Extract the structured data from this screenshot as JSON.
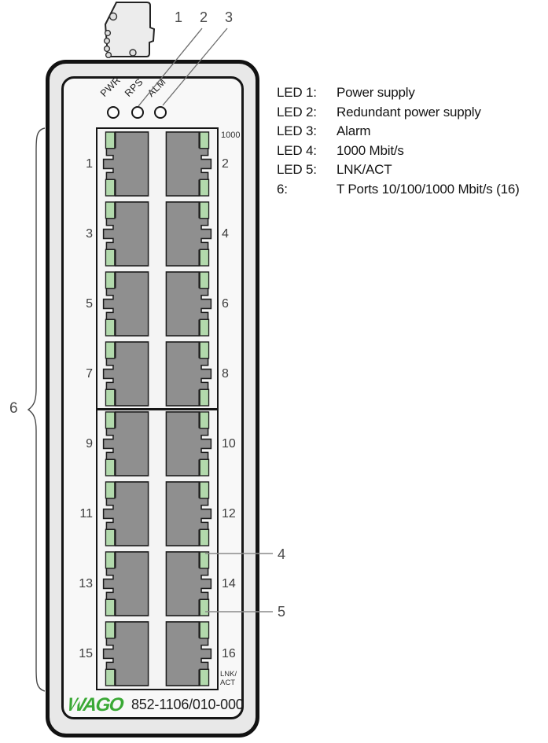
{
  "device": {
    "leds": [
      {
        "label": "PWR"
      },
      {
        "label": "RPS"
      },
      {
        "label": "ALM"
      }
    ],
    "port_panel": {
      "top_right_label": "1000",
      "bottom_right_label_lines": [
        "LNK/",
        "ACT"
      ],
      "left_numbers": [
        "1",
        "3",
        "5",
        "7",
        "9",
        "11",
        "13",
        "15"
      ],
      "right_numbers": [
        "2",
        "4",
        "6",
        "8",
        "10",
        "12",
        "14",
        "16"
      ]
    },
    "brand": "WAGO",
    "model": "852-1106/010-000"
  },
  "callouts": {
    "c1": "1",
    "c2": "2",
    "c3": "3",
    "c4": "4",
    "c5": "5",
    "c6": "6"
  },
  "legend": {
    "rows": [
      {
        "term": "LED 1:",
        "desc": "Power supply"
      },
      {
        "term": "LED 2:",
        "desc": "Redundant power supply"
      },
      {
        "term": "LED 3:",
        "desc": "Alarm"
      },
      {
        "term": "LED 4:",
        "desc": "1000 Mbit/s"
      },
      {
        "term": "LED 5:",
        "desc": "LNK/ACT"
      },
      {
        "term": "6:",
        "desc": "T Ports 10/100/1000 Mbit/s (16)"
      }
    ]
  },
  "colors": {
    "wago_green": "#3aa935",
    "led_green": "#b2d9ac",
    "jack_gray": "#8f8f8f"
  }
}
